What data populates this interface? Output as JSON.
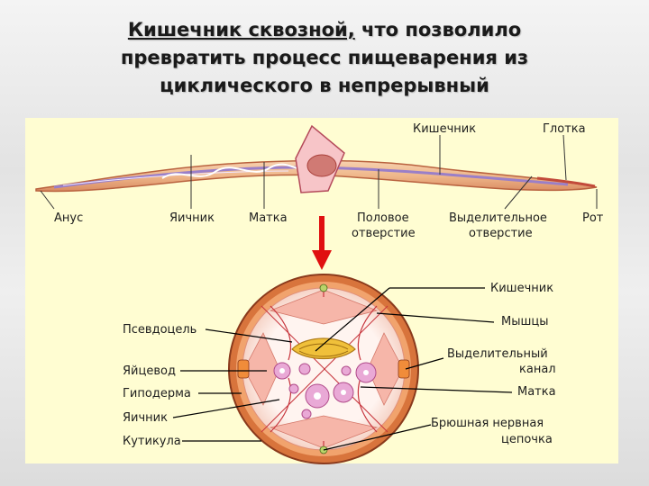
{
  "title": {
    "line1_bold": "Кишечник сквозной,",
    "line1_rest": " что позволило",
    "line2": "превратить процесс пищеварения из",
    "line3": "циклического в непрерывный"
  },
  "worm_labels": {
    "intestine": "Кишечник",
    "pharynx": "Глотка",
    "anus": "Анус",
    "ovary": "Яичник",
    "uterus": "Матка",
    "genital_pore_l1": "Половое",
    "genital_pore_l2": "отверстие",
    "excretory_pore_l1": "Выделительное",
    "excretory_pore_l2": "отверстие",
    "mouth": "Рот"
  },
  "section_labels": {
    "intestine": "Кишечник",
    "muscles": "Мышцы",
    "excretory_canal_l1": "Выделительный",
    "excretory_canal_l2": "канал",
    "uterus": "Матка",
    "nerve_cord_l1": "Брюшная нервная",
    "nerve_cord_l2": "цепочка",
    "pseudocoel": "Псевдоцель",
    "oviduct": "Яйцевод",
    "hypodermis": "Гиподерма",
    "ovary": "Яичник",
    "cuticle": "Кутикула"
  },
  "colors": {
    "panel": "#fffdd2",
    "arrow": "#e01010",
    "body": "#efb78a",
    "cuticle": "#c9503a",
    "intestine": "#f0c03a"
  }
}
